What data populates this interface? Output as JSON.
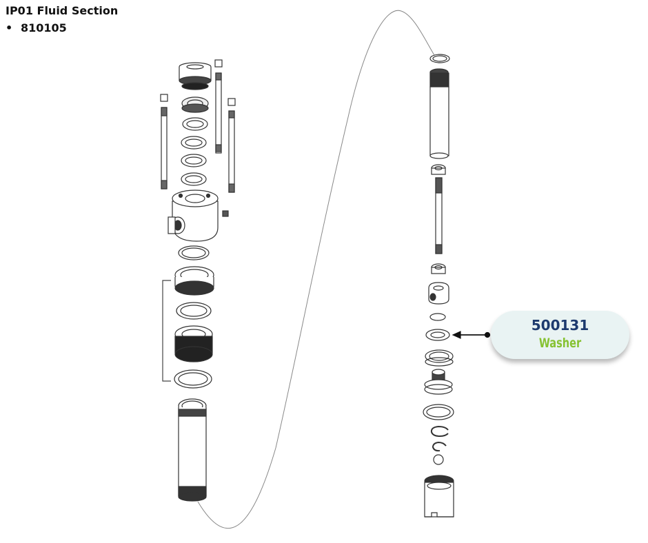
{
  "header": {
    "title": "IP01 Fluid Section",
    "bullets": [
      "810105"
    ]
  },
  "callout": {
    "part_number": "500131",
    "part_name": "Washer",
    "part_number_color": "#1d3a6e",
    "part_name_color": "#86c232",
    "background_color": "#e9f3f3"
  }
}
